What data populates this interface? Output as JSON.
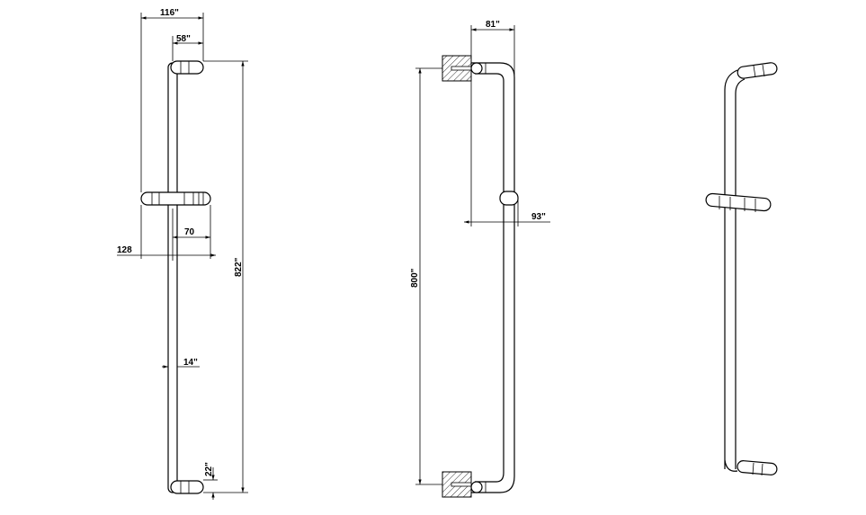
{
  "views": {
    "front": {
      "dims": {
        "total_width": "116\"",
        "handle_offset": "58\"",
        "slider_half": "70",
        "slider_width": "128",
        "height": "822\"",
        "bar_diameter": "14\"",
        "bottom_offset": "22\""
      }
    },
    "side": {
      "dims": {
        "projection": "81\"",
        "slider_projection": "93\"",
        "centers": "800\""
      }
    },
    "perspective": {}
  },
  "colors": {
    "line": "#000000",
    "background": "#ffffff"
  }
}
